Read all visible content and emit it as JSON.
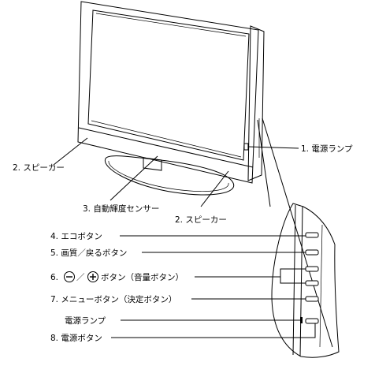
{
  "labels": {
    "power_lamp_top": "1. 電源ランプ",
    "speaker_left": "2. スピーカー",
    "speaker_right": "2. スピーカー",
    "light_sensor": "3. 自動輝度センサー",
    "eco_button": "4. エコボタン",
    "picture_back_button": "5. 画質／戻るボタン",
    "volume_prefix": "6.",
    "volume_slash": "／",
    "volume_suffix": "ボタン（音量ボタン）",
    "menu_button": "7. メニューボタン（決定ボタン）",
    "power_lamp_detail": "電源ランプ",
    "power_button": "8. 電源ボタン"
  },
  "icons": {
    "minus": "minus-circle-icon",
    "plus": "plus-circle-icon"
  }
}
